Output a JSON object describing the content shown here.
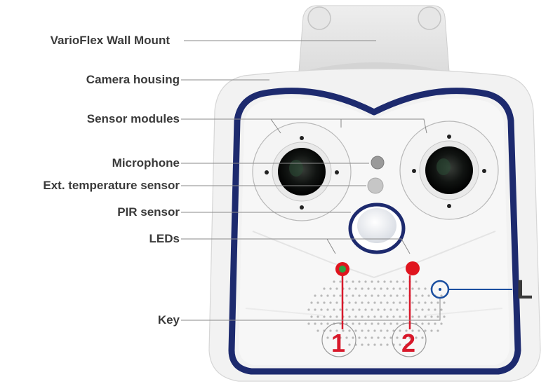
{
  "labels": {
    "wall_mount": "VarioFlex Wall Mount",
    "housing": "Camera housing",
    "sensor_modules": "Sensor modules",
    "microphone": "Microphone",
    "temp_sensor": "Ext. temperature sensor",
    "pir_sensor": "PIR sensor",
    "leds": "LEDs",
    "key": "Key"
  },
  "callouts": {
    "led_1": "1",
    "led_2": "2",
    "l_marker": "L"
  },
  "colors": {
    "housing": "#f2f2f2",
    "navy_gasket": "#1d2a6e",
    "led_green": "#2ea043",
    "led_red": "#e0141e",
    "callout_red": "#d8182a",
    "callout_blue": "#1b4fa0",
    "leader_line": "#8a8a8a",
    "text": "#3a3a3a"
  }
}
